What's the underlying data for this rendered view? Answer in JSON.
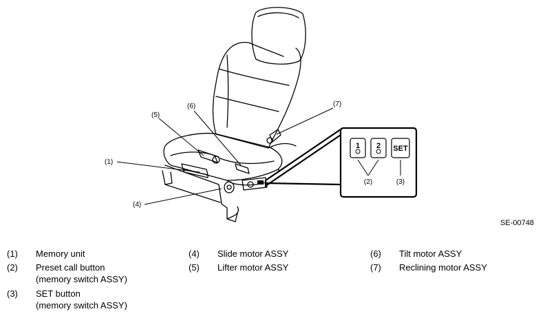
{
  "figure": {
    "code": "SE-00748",
    "callouts": {
      "c1": "(1)",
      "c2": "(2)",
      "c3": "(3)",
      "c4": "(4)",
      "c5": "(5)",
      "c6": "(6)",
      "c7": "(7)"
    },
    "switch_panel": {
      "button1": "1",
      "button2": "2",
      "set_button": "SET"
    }
  },
  "legend": [
    {
      "num": "(1)",
      "lines": [
        "Memory unit"
      ]
    },
    {
      "num": "(2)",
      "lines": [
        "Preset call button",
        "(memory switch ASSY)"
      ]
    },
    {
      "num": "(3)",
      "lines": [
        "SET button",
        "(memory switch ASSY)"
      ]
    },
    {
      "num": "(4)",
      "lines": [
        "Slide motor ASSY"
      ]
    },
    {
      "num": "(5)",
      "lines": [
        "Lifter motor ASSY"
      ]
    },
    {
      "num": "(6)",
      "lines": [
        "Tilt motor ASSY"
      ]
    },
    {
      "num": "(7)",
      "lines": [
        "Reclining motor ASSY"
      ]
    }
  ]
}
